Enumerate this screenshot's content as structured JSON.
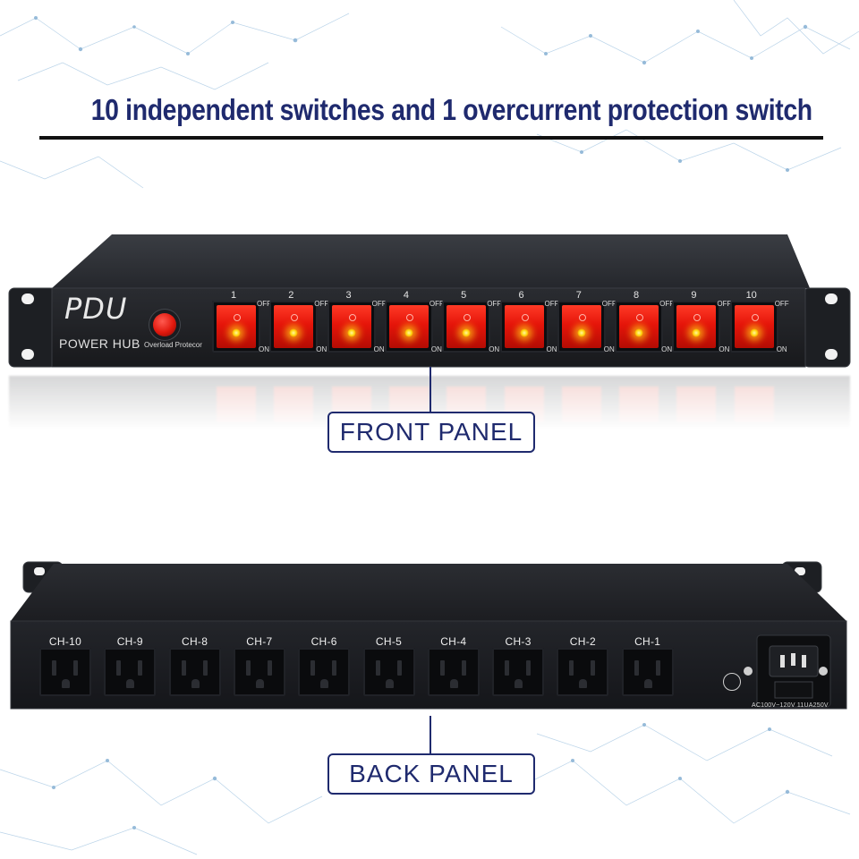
{
  "headline": "10 independent switches and 1 overcurrent protection switch",
  "front": {
    "brand": "PDU",
    "subtitle": "POWER HUB",
    "overload_label": "Overload Protecor",
    "label": "FRONT PANEL",
    "switches": [
      {
        "number": "1",
        "off": "OFF",
        "on": "ON"
      },
      {
        "number": "2",
        "off": "OFF",
        "on": "ON"
      },
      {
        "number": "3",
        "off": "OFF",
        "on": "ON"
      },
      {
        "number": "4",
        "off": "OFF",
        "on": "ON"
      },
      {
        "number": "5",
        "off": "OFF",
        "on": "ON"
      },
      {
        "number": "6",
        "off": "OFF",
        "on": "ON"
      },
      {
        "number": "7",
        "off": "OFF",
        "on": "ON"
      },
      {
        "number": "8",
        "off": "OFF",
        "on": "ON"
      },
      {
        "number": "9",
        "off": "OFF",
        "on": "ON"
      },
      {
        "number": "10",
        "off": "OFF",
        "on": "ON"
      }
    ]
  },
  "back": {
    "label": "BACK PANEL",
    "outlets": [
      "CH-10",
      "CH-9",
      "CH-8",
      "CH-7",
      "CH-6",
      "CH-5",
      "CH-4",
      "CH-3",
      "CH-2",
      "CH-1"
    ],
    "inlet_rating": "AC100V~120V 11UA250V"
  },
  "colors": {
    "headline": "#1f2a6e",
    "chassis": "#2c2f35",
    "rocker": "#e5150a",
    "led": "#ffd40a",
    "network": "#9fc4e0"
  },
  "icons": [
    "power-button-icon",
    "ground-symbol-icon",
    "network-background-icon"
  ]
}
